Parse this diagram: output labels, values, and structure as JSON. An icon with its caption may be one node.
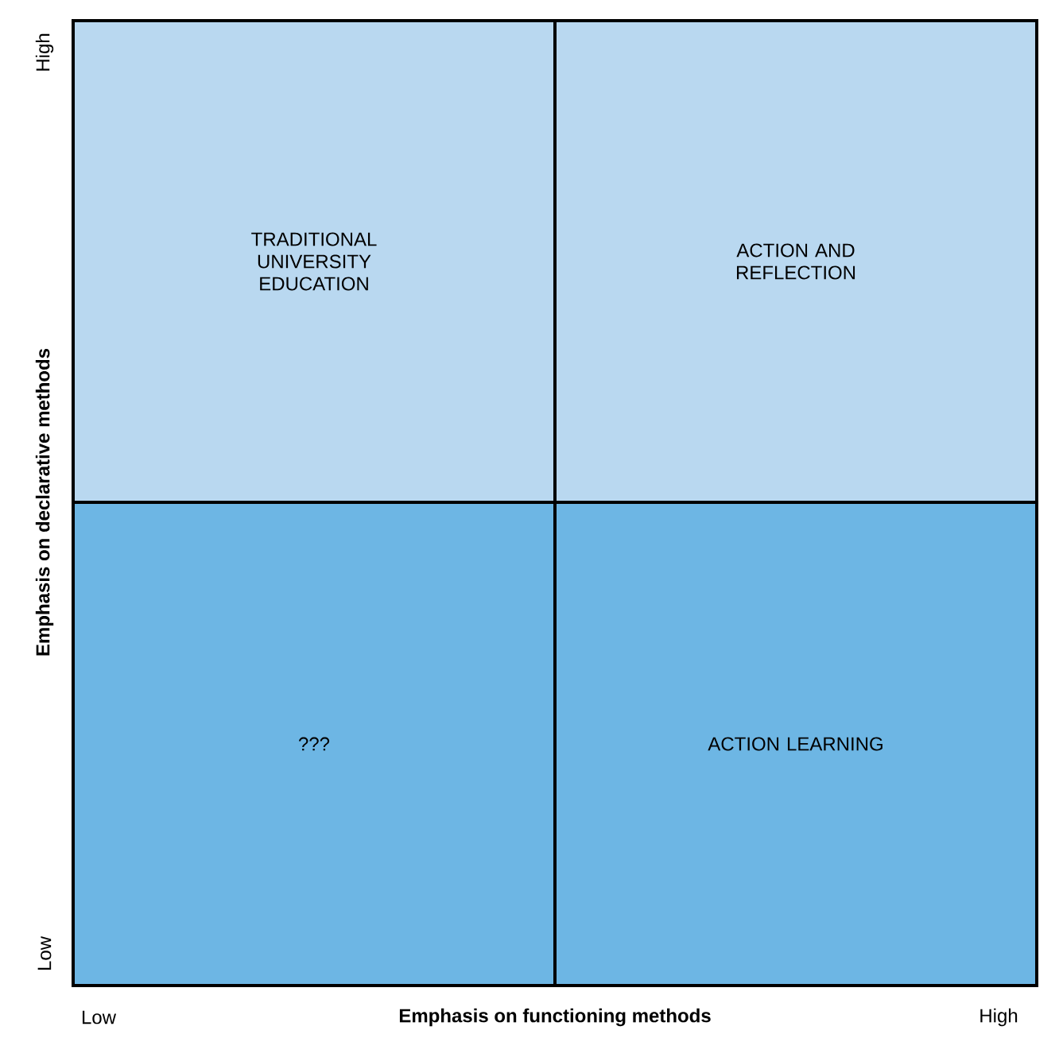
{
  "diagram": {
    "nodes": [
      {
        "text": [
          "TRADITIONAL UNIVERSITY EDUCATION"
        ]
      },
      {
        "text": [
          "ACTION AND REFLECTION"
        ]
      },
      {
        "text": [
          "???"
        ]
      },
      {
        "text": [
          "ACTION LEARNING"
        ]
      }
    ],
    "labels": [
      "High",
      "Emphasis on declarative methods",
      "Low",
      "Low",
      "Emphasis on functioning methods",
      "High"
    ]
  }
}
